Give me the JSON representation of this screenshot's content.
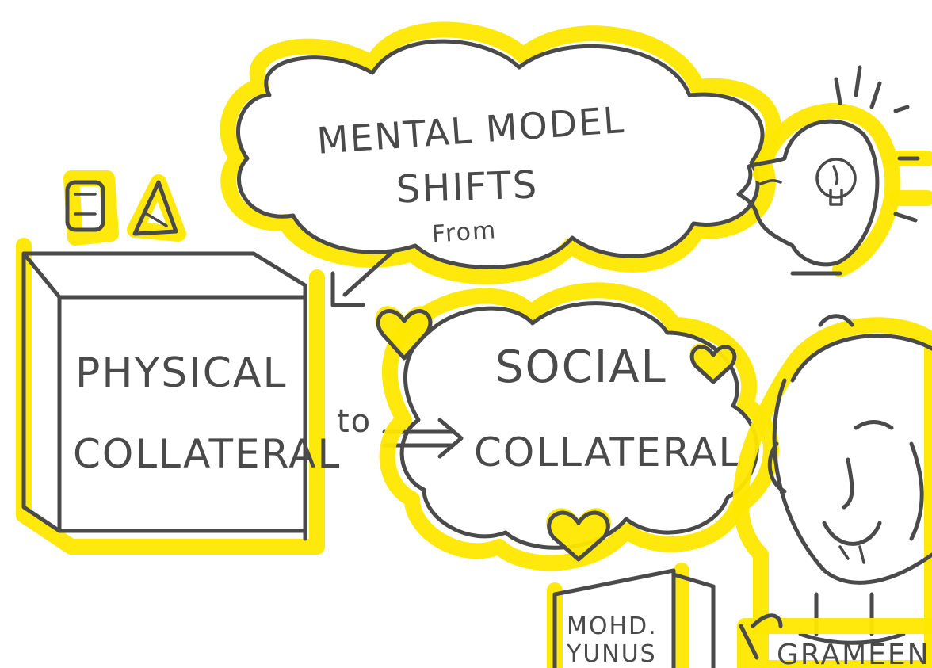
{
  "thought_bubble": {
    "line1": "MENTAL MODEL",
    "line2": "SHIFTS",
    "line3": "From"
  },
  "physical_box": {
    "line1": "PHYSICAL",
    "line2": "COLLATERAL"
  },
  "connector": {
    "label": "to"
  },
  "social_cloud": {
    "line1": "SOCIAL",
    "line2": "COLLATERAL"
  },
  "book": {
    "line1": "MOHD.",
    "line2": "YUNUS"
  },
  "sign": {
    "label": "GRAMEEN"
  },
  "colors": {
    "ink": "#4a4a4a",
    "highlight": "#ffe800",
    "background": "#ffffff"
  }
}
